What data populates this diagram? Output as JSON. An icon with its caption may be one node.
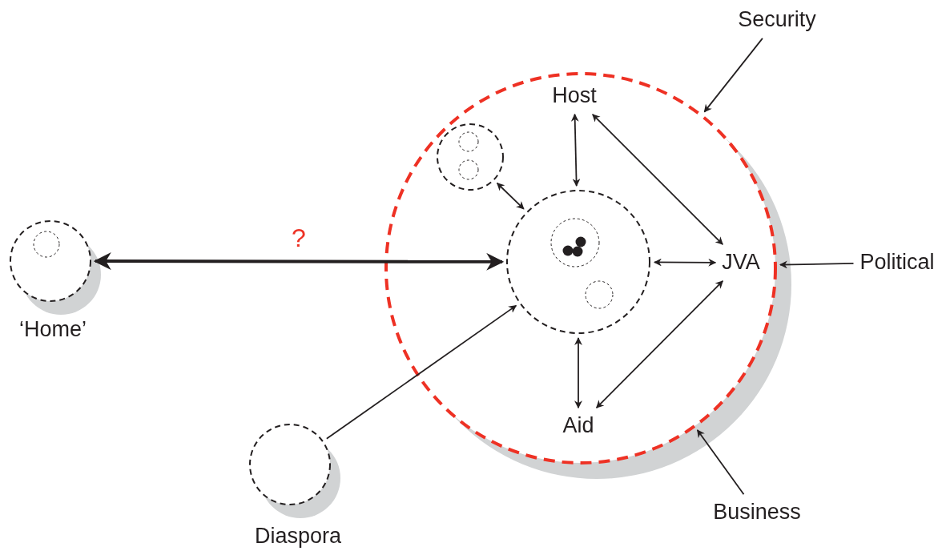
{
  "diagram": {
    "nodes": [
      {
        "text": [],
        "shape": "circle"
      },
      {
        "text": [
          "Host"
        ],
        "in": 0
      },
      {
        "text": [],
        "shape": "circle",
        "in": 0
      },
      {
        "text": [],
        "shape": "circle",
        "in": 2
      },
      {
        "text": [],
        "shape": "circle",
        "in": 2
      },
      {
        "text": [],
        "shape": "circle",
        "in": 0
      },
      {
        "text": [],
        "shape": "circle",
        "in": 5
      },
      {
        "text": [],
        "shape": "circle",
        "in": 5
      },
      {
        "text": [
          "JVA"
        ],
        "in": 0
      },
      {
        "text": [
          "Aid"
        ],
        "in": 0
      },
      {
        "text": [],
        "shape": "circle",
        "beside": [
          "‘Home’"
        ]
      },
      {
        "text": [],
        "shape": "circle",
        "in": 10
      },
      {
        "text": [],
        "shape": "circle",
        "beside": [
          "Diaspora"
        ]
      },
      {
        "text": [
          "Security"
        ]
      },
      {
        "text": [
          "Political"
        ]
      },
      {
        "text": [
          "Business"
        ]
      }
    ],
    "edges": [
      {
        "from": 5,
        "to": 1,
        "arrow": "both"
      },
      {
        "from": 1,
        "to": 8,
        "arrow": "both"
      },
      {
        "from": 2,
        "to": 5,
        "arrow": "both"
      },
      {
        "from": 5,
        "to": 8,
        "arrow": "both"
      },
      {
        "from": 5,
        "to": 9,
        "arrow": "both"
      },
      {
        "from": 9,
        "to": 8,
        "arrow": "both"
      },
      {
        "from": 10,
        "to": 5,
        "arrow": "both",
        "label": "?",
        "style": "thick"
      },
      {
        "from": 12,
        "to": 5,
        "arrow": "to"
      },
      {
        "from": 13,
        "to": 0,
        "arrow": "to"
      },
      {
        "from": 14,
        "to": 0,
        "arrow": "to"
      },
      {
        "from": 15,
        "to": 0,
        "arrow": "to"
      }
    ]
  }
}
